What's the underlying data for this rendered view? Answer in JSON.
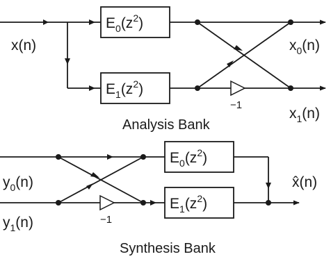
{
  "analysis_bank": {
    "title": "Analysis Bank",
    "input": {
      "base": "x",
      "arg": "(n)"
    },
    "filter_top": {
      "base": "E",
      "sub": "0",
      "arg": "(z",
      "power": "2",
      "close": ")"
    },
    "filter_bottom": {
      "base": "E",
      "sub": "1",
      "arg": "(z",
      "power": "2",
      "close": ")"
    },
    "output_top": {
      "base": "x",
      "sub": "0",
      "arg": "(n)"
    },
    "output_bottom": {
      "base": "x",
      "sub": "1",
      "arg": "(n)"
    },
    "gain": "−1"
  },
  "synthesis_bank": {
    "title": "Synthesis Bank",
    "input_top": {
      "base": "y",
      "sub": "0",
      "arg": "(n)"
    },
    "input_bottom": {
      "base": "y",
      "sub": "1",
      "arg": "(n)"
    },
    "filter_top": {
      "base": "E",
      "sub": "0",
      "arg": "(z",
      "power": "2",
      "close": ")"
    },
    "filter_bottom": {
      "base": "E",
      "sub": "1",
      "arg": "(z",
      "power": "2",
      "close": ")"
    },
    "output": {
      "base": "x̂",
      "arg": "(n)"
    },
    "gain": "−1"
  }
}
